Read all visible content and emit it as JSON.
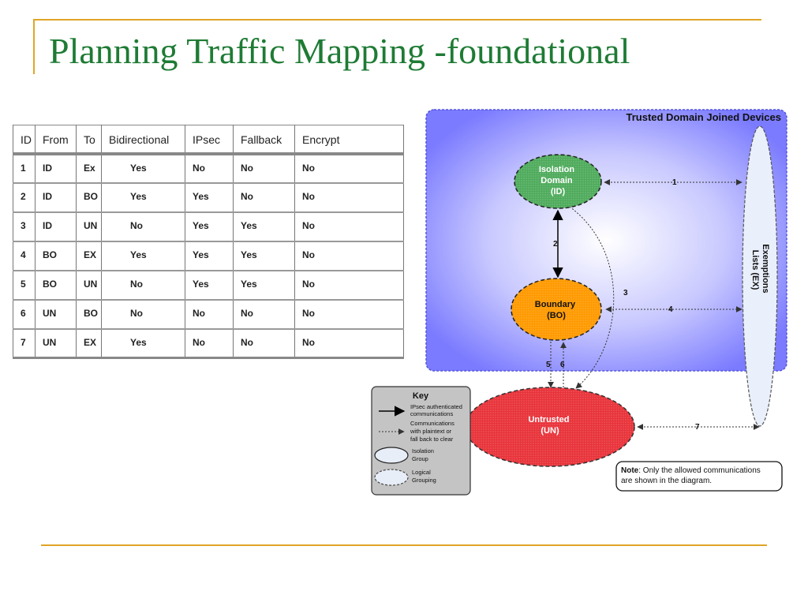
{
  "title": "Planning Traffic Mapping -foundational",
  "table": {
    "headers": [
      "ID",
      "From",
      "To",
      "Bidirectional",
      "IPsec",
      "Fallback",
      "Encrypt"
    ],
    "rows": [
      [
        "1",
        "ID",
        "Ex",
        "Yes",
        "No",
        "No",
        "No"
      ],
      [
        "2",
        "ID",
        "BO",
        "Yes",
        "Yes",
        "No",
        "No"
      ],
      [
        "3",
        "ID",
        "UN",
        "No",
        "Yes",
        "Yes",
        "No"
      ],
      [
        "4",
        "BO",
        "EX",
        "Yes",
        "Yes",
        "Yes",
        "No"
      ],
      [
        "5",
        "BO",
        "UN",
        "No",
        "Yes",
        "Yes",
        "No"
      ],
      [
        "6",
        "UN",
        "BO",
        "No",
        "No",
        "No",
        "No"
      ],
      [
        "7",
        "UN",
        "EX",
        "Yes",
        "No",
        "No",
        "No"
      ]
    ]
  },
  "diagram": {
    "domain_title": "Trusted Domain Joined Devices",
    "isolation_domain": [
      "Isolation",
      "Domain",
      "(ID)"
    ],
    "boundary": [
      "Boundary",
      "(BO)"
    ],
    "untrusted": [
      "Untrusted",
      "(UN)"
    ],
    "exemptions": [
      "Exemptions",
      "Lists (EX)"
    ],
    "flow_labels": {
      "f1": "1",
      "f2": "2",
      "f3": "3",
      "f4": "4",
      "f5": "5",
      "f6": "6",
      "f7": "7"
    },
    "key": {
      "title": "Key",
      "ipsec": [
        "IPsec authenticated",
        "communications"
      ],
      "plaintext": [
        "Communications",
        "with plaintext or",
        "fall back to clear"
      ],
      "isolation_group": [
        "Isolation",
        "Group"
      ],
      "logical_grouping": [
        "Logical",
        "Grouping"
      ]
    },
    "note": {
      "bold": "Note",
      "line1": ": Only the allowed communications",
      "line2": "are shown in the diagram."
    },
    "colors": {
      "domain_fill": "#7b7bff",
      "isolation_fill": "#4faa5c",
      "boundary_fill": "#ff9900",
      "untrusted_fill": "#e8333a",
      "exemptions_fill": "#e8eefa",
      "key_fill": "#c4c4c4"
    }
  }
}
